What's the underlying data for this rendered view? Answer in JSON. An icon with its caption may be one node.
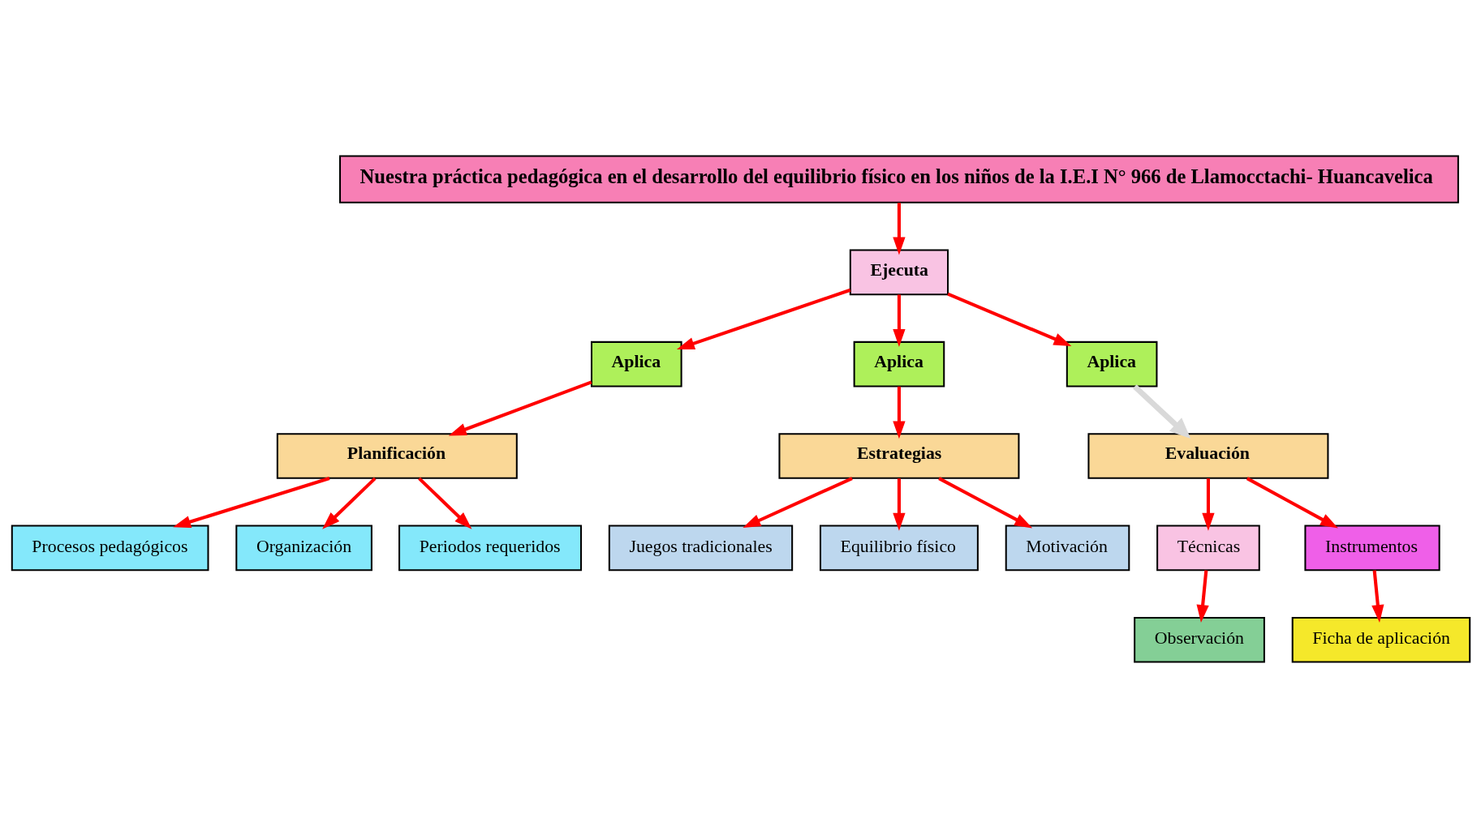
{
  "diagram": {
    "nodes": [
      {
        "text": [
          "Nuestra práctica pedagógica en el desarrollo del equilibrio físico en los niños de la I.E.I N° 966 de Llamocctachi- Huancavelica"
        ]
      },
      {
        "text": [
          "Ejecuta"
        ]
      },
      {
        "text": [
          "Aplica"
        ]
      },
      {
        "text": [
          "Aplica"
        ]
      },
      {
        "text": [
          "Aplica"
        ]
      },
      {
        "text": [
          "Planificación"
        ]
      },
      {
        "text": [
          "Estrategias"
        ]
      },
      {
        "text": [
          "Evaluación"
        ]
      },
      {
        "text": [
          "Procesos pedagógicos"
        ]
      },
      {
        "text": [
          "Organización"
        ]
      },
      {
        "text": [
          "Periodos requeridos"
        ]
      },
      {
        "text": [
          "Juegos tradicionales"
        ]
      },
      {
        "text": [
          "Equilibrio físico"
        ]
      },
      {
        "text": [
          "Motivación"
        ]
      },
      {
        "text": [
          "Técnicas"
        ]
      },
      {
        "text": [
          "Instrumentos"
        ]
      },
      {
        "text": [
          "Observación"
        ]
      },
      {
        "text": [
          "Ficha de aplicación"
        ]
      }
    ],
    "edges": [
      {
        "from": 0,
        "to": 1,
        "arrow": "to"
      },
      {
        "from": 1,
        "to": 2,
        "arrow": "to"
      },
      {
        "from": 1,
        "to": 3,
        "arrow": "to"
      },
      {
        "from": 1,
        "to": 4,
        "arrow": "to"
      },
      {
        "from": 2,
        "to": 5,
        "arrow": "to"
      },
      {
        "from": 3,
        "to": 6,
        "arrow": "to"
      },
      {
        "from": 4,
        "to": 7,
        "arrow": "to",
        "color": "#d9d9d9"
      },
      {
        "from": 5,
        "to": 8,
        "arrow": "to"
      },
      {
        "from": 5,
        "to": 9,
        "arrow": "to"
      },
      {
        "from": 5,
        "to": 10,
        "arrow": "to"
      },
      {
        "from": 6,
        "to": 11,
        "arrow": "to"
      },
      {
        "from": 6,
        "to": 12,
        "arrow": "to"
      },
      {
        "from": 6,
        "to": 13,
        "arrow": "to"
      },
      {
        "from": 7,
        "to": 14,
        "arrow": "to"
      },
      {
        "from": 7,
        "to": 15,
        "arrow": "to"
      },
      {
        "from": 14,
        "to": 16,
        "arrow": "to"
      },
      {
        "from": 15,
        "to": 17,
        "arrow": "to"
      }
    ]
  }
}
